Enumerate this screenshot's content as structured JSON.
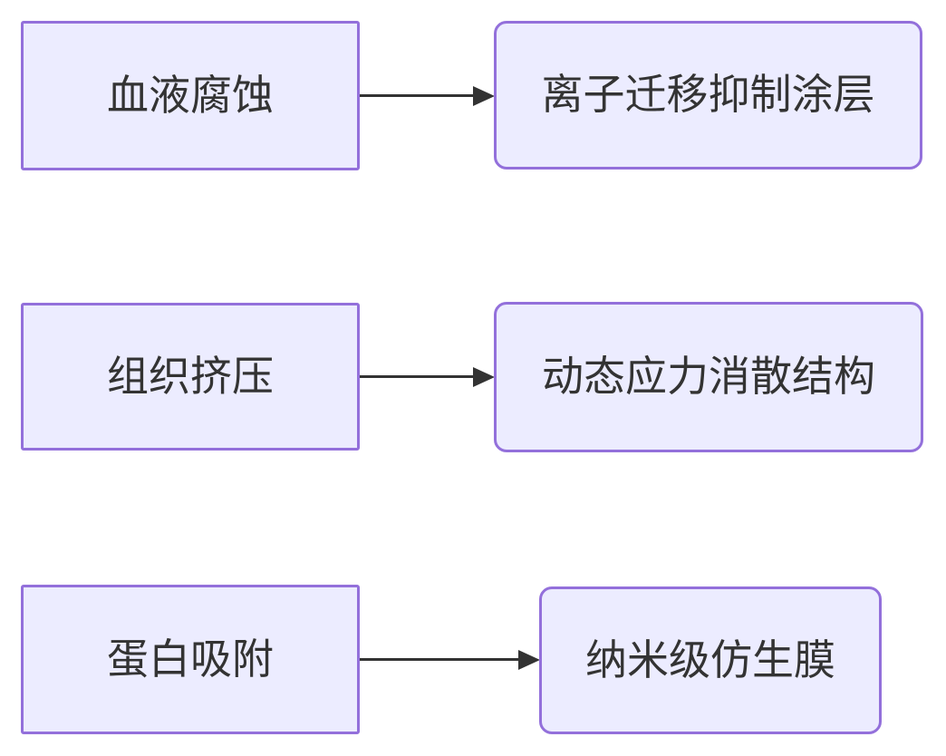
{
  "diagram": {
    "type": "flowchart",
    "direction": "left-to-right",
    "background": "#ffffff",
    "colors": {
      "node_fill": "#ECECFF",
      "node_border": "#9370DB",
      "text": "#333333",
      "arrow": "#333333"
    },
    "rows": [
      {
        "source": {
          "label": "血液腐蚀",
          "shape": "rectangle"
        },
        "target": {
          "label": "离子迁移抑制涂层",
          "shape": "rounded"
        }
      },
      {
        "source": {
          "label": "组织挤压",
          "shape": "rectangle"
        },
        "target": {
          "label": "动态应力消散结构",
          "shape": "rounded"
        }
      },
      {
        "source": {
          "label": "蛋白吸附",
          "shape": "rectangle"
        },
        "target": {
          "label": "纳米级仿生膜",
          "shape": "rounded"
        }
      }
    ]
  }
}
